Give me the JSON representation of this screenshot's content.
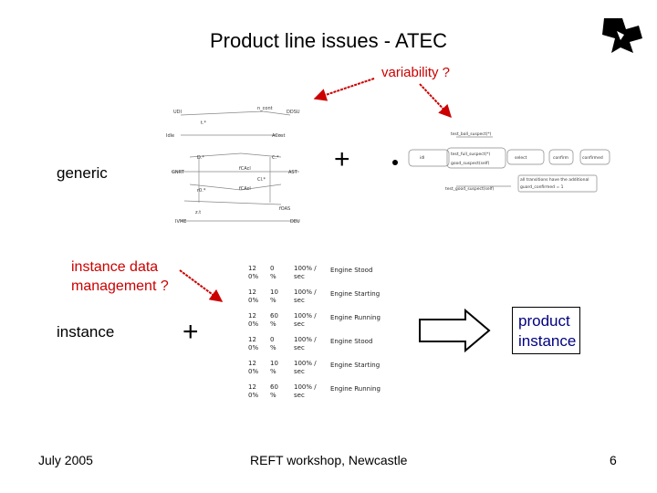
{
  "slide": {
    "title": "Product line issues - ATEC",
    "variability_label": "variability ?",
    "generic_label": "generic",
    "instance_data_label_line1": "instance data",
    "instance_data_label_line2": "management ?",
    "instance_label": "instance",
    "plus_symbol": "+",
    "product_instance_line1": "product",
    "product_instance_line2": "instance",
    "footer_left": "July 2005",
    "footer_center": "REFT workshop, Newcastle",
    "footer_right": "6"
  },
  "diagram_left": {
    "labels": [
      "UDI",
      "n_cont",
      "DDSU",
      "t.*",
      "Idle",
      "ACost",
      "D.*",
      "C.*",
      "GNRT",
      "fCAcl",
      "AST",
      "r0.*",
      "fCAcl",
      "Cl.*",
      "z.t",
      "IVME",
      "fOAS",
      "DEU"
    ]
  },
  "diagram_right": {
    "labels": [
      "test_ball_suspect(*)",
      "idl",
      "test_full_suspect(*)",
      "select",
      "confirm",
      "confirmed",
      "good_suspect(self)",
      "all transitions have the additional",
      "guard_confirmed = 1",
      "test_good_suspect(self)"
    ]
  },
  "table": {
    "rows": [
      {
        "a": "12",
        "a2": "0%",
        "b": "0",
        "b2": "%",
        "c": "100% /",
        "c2": "sec",
        "d": "Engine Stood"
      },
      {
        "a": "12",
        "a2": "0%",
        "b": "10",
        "b2": "%",
        "c": "100% /",
        "c2": "sec",
        "d": "Engine Starting"
      },
      {
        "a": "12",
        "a2": "0%",
        "b": "60",
        "b2": "%",
        "c": "100% /",
        "c2": "sec",
        "d": "Engine Running"
      },
      {
        "a": "12",
        "a2": "0%",
        "b": "0",
        "b2": "%",
        "c": "100% /",
        "c2": "sec",
        "d": "Engine Stood"
      },
      {
        "a": "12",
        "a2": "0%",
        "b": "10",
        "b2": "%",
        "c": "100% /",
        "c2": "sec",
        "d": "Engine Starting"
      },
      {
        "a": "12",
        "a2": "0%",
        "b": "60",
        "b2": "%",
        "c": "100% /",
        "c2": "sec",
        "d": "Engine Running"
      }
    ]
  },
  "colors": {
    "accent_red": "#cc0000",
    "arrow_red": "#cc0000",
    "product_text": "#000080"
  },
  "icons": [
    "logo-icon",
    "block-arrow-icon",
    "red-arrow-icon"
  ]
}
